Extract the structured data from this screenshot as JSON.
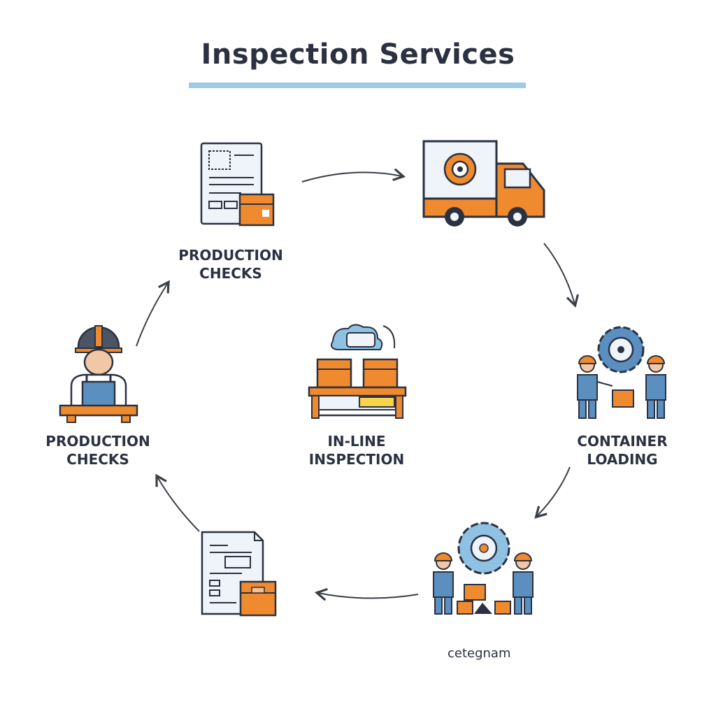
{
  "title": "Inspection Services",
  "steps": [
    {
      "line1": "PRODUCTION",
      "line2": "CHECKS",
      "icon": "document-box-icon"
    },
    {
      "icon": "delivery-truck-icon"
    },
    {
      "line1": "CONTAINER",
      "line2": "LOADING",
      "icon": "workers-gear-icon"
    },
    {
      "icon": "workers-gear-tools-icon"
    },
    {
      "icon": "document-box-icon"
    },
    {
      "line1": "PRODUCTION",
      "line2": "CHECKS",
      "icon": "worker-icon"
    }
  ],
  "center": {
    "line1": "IN-LINE",
    "line2": "INSPECTION",
    "icon": "conveyor-boxes-icon"
  },
  "footer": "cetegnam",
  "colors": {
    "orange": "#f08a2e",
    "blue": "#5a8fc0",
    "dark": "#2b3140",
    "accent_bar": "#9dcbe3"
  }
}
